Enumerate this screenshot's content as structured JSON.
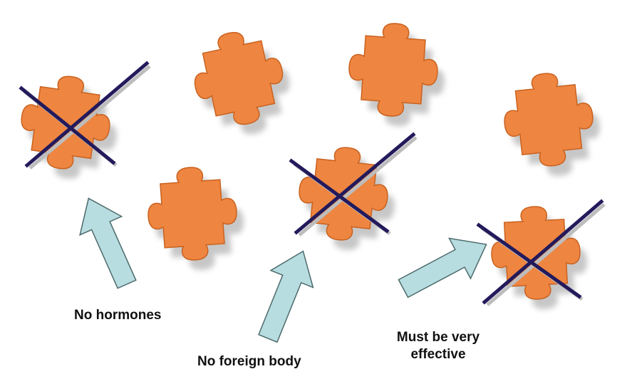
{
  "colors": {
    "piece": "#ee8540",
    "piece_edge": "#c9621f",
    "shadow": "#9a9a9a",
    "cross": "#231a5c",
    "cross_shadow": "#bdbdbd",
    "arrow_fill": "#b7dde0",
    "arrow_stroke": "#4d6a6c",
    "text": "#111111"
  },
  "pieces": [
    {
      "id": "top-left",
      "crossed": true,
      "icon": "puzzle-piece"
    },
    {
      "id": "top-center-left",
      "crossed": false,
      "icon": "puzzle-piece"
    },
    {
      "id": "top-center-right",
      "crossed": false,
      "icon": "puzzle-piece"
    },
    {
      "id": "top-right",
      "crossed": false,
      "icon": "puzzle-piece"
    },
    {
      "id": "bottom-left",
      "crossed": false,
      "icon": "puzzle-piece"
    },
    {
      "id": "bottom-center",
      "crossed": true,
      "icon": "puzzle-piece"
    },
    {
      "id": "bottom-right",
      "crossed": true,
      "icon": "puzzle-piece"
    }
  ],
  "labels": {
    "no_hormones": "No hormones",
    "no_foreign_body": "No foreign body",
    "must_be_line1": "Must be very",
    "must_be_line2": "effective"
  }
}
